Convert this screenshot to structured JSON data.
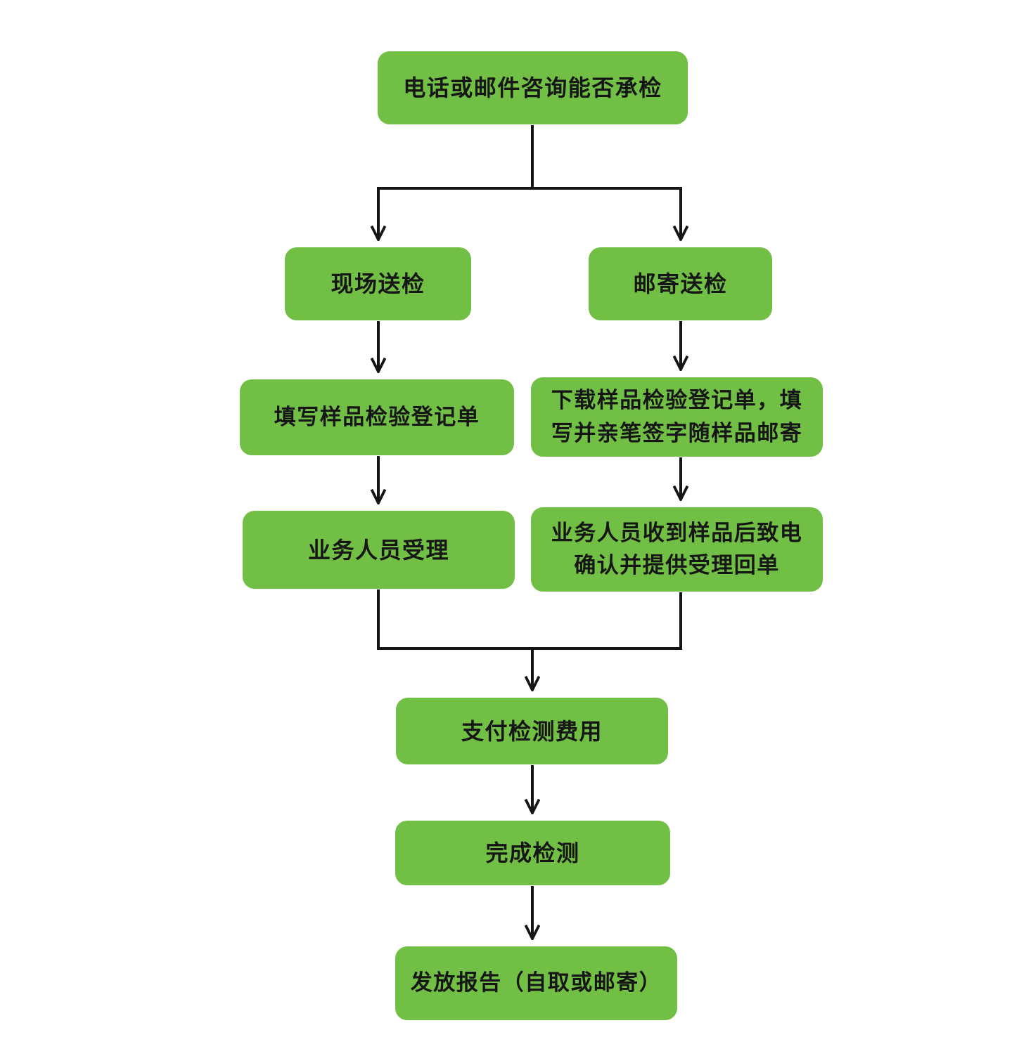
{
  "flowchart": {
    "colors": {
      "node_fill": "#71BF45",
      "node_text": "#161616",
      "connector": "#151515",
      "background": "#ffffff"
    },
    "nodes": {
      "consult": {
        "label": "电话或邮件咨询能否承检"
      },
      "onsite": {
        "label": "现场送检"
      },
      "mail": {
        "label": "邮寄送检"
      },
      "fill_form": {
        "label": "填写样品检验登记单"
      },
      "download_form": {
        "label": "下载样品检验登记单，填\n写并亲笔签字随样品邮寄"
      },
      "onsite_accept": {
        "label": "业务人员受理"
      },
      "mail_accept": {
        "label": "业务人员收到样品后致电\n确认并提供受理回单"
      },
      "pay": {
        "label": "支付检测费用"
      },
      "complete": {
        "label": "完成检测"
      },
      "report": {
        "label": "发放报告（自取或邮寄）"
      }
    },
    "edges": [
      {
        "from": "consult",
        "to": "onsite"
      },
      {
        "from": "consult",
        "to": "mail"
      },
      {
        "from": "onsite",
        "to": "fill_form"
      },
      {
        "from": "mail",
        "to": "download_form"
      },
      {
        "from": "fill_form",
        "to": "onsite_accept"
      },
      {
        "from": "download_form",
        "to": "mail_accept"
      },
      {
        "from": "onsite_accept",
        "to": "pay"
      },
      {
        "from": "mail_accept",
        "to": "pay"
      },
      {
        "from": "pay",
        "to": "complete"
      },
      {
        "from": "complete",
        "to": "report"
      }
    ]
  }
}
